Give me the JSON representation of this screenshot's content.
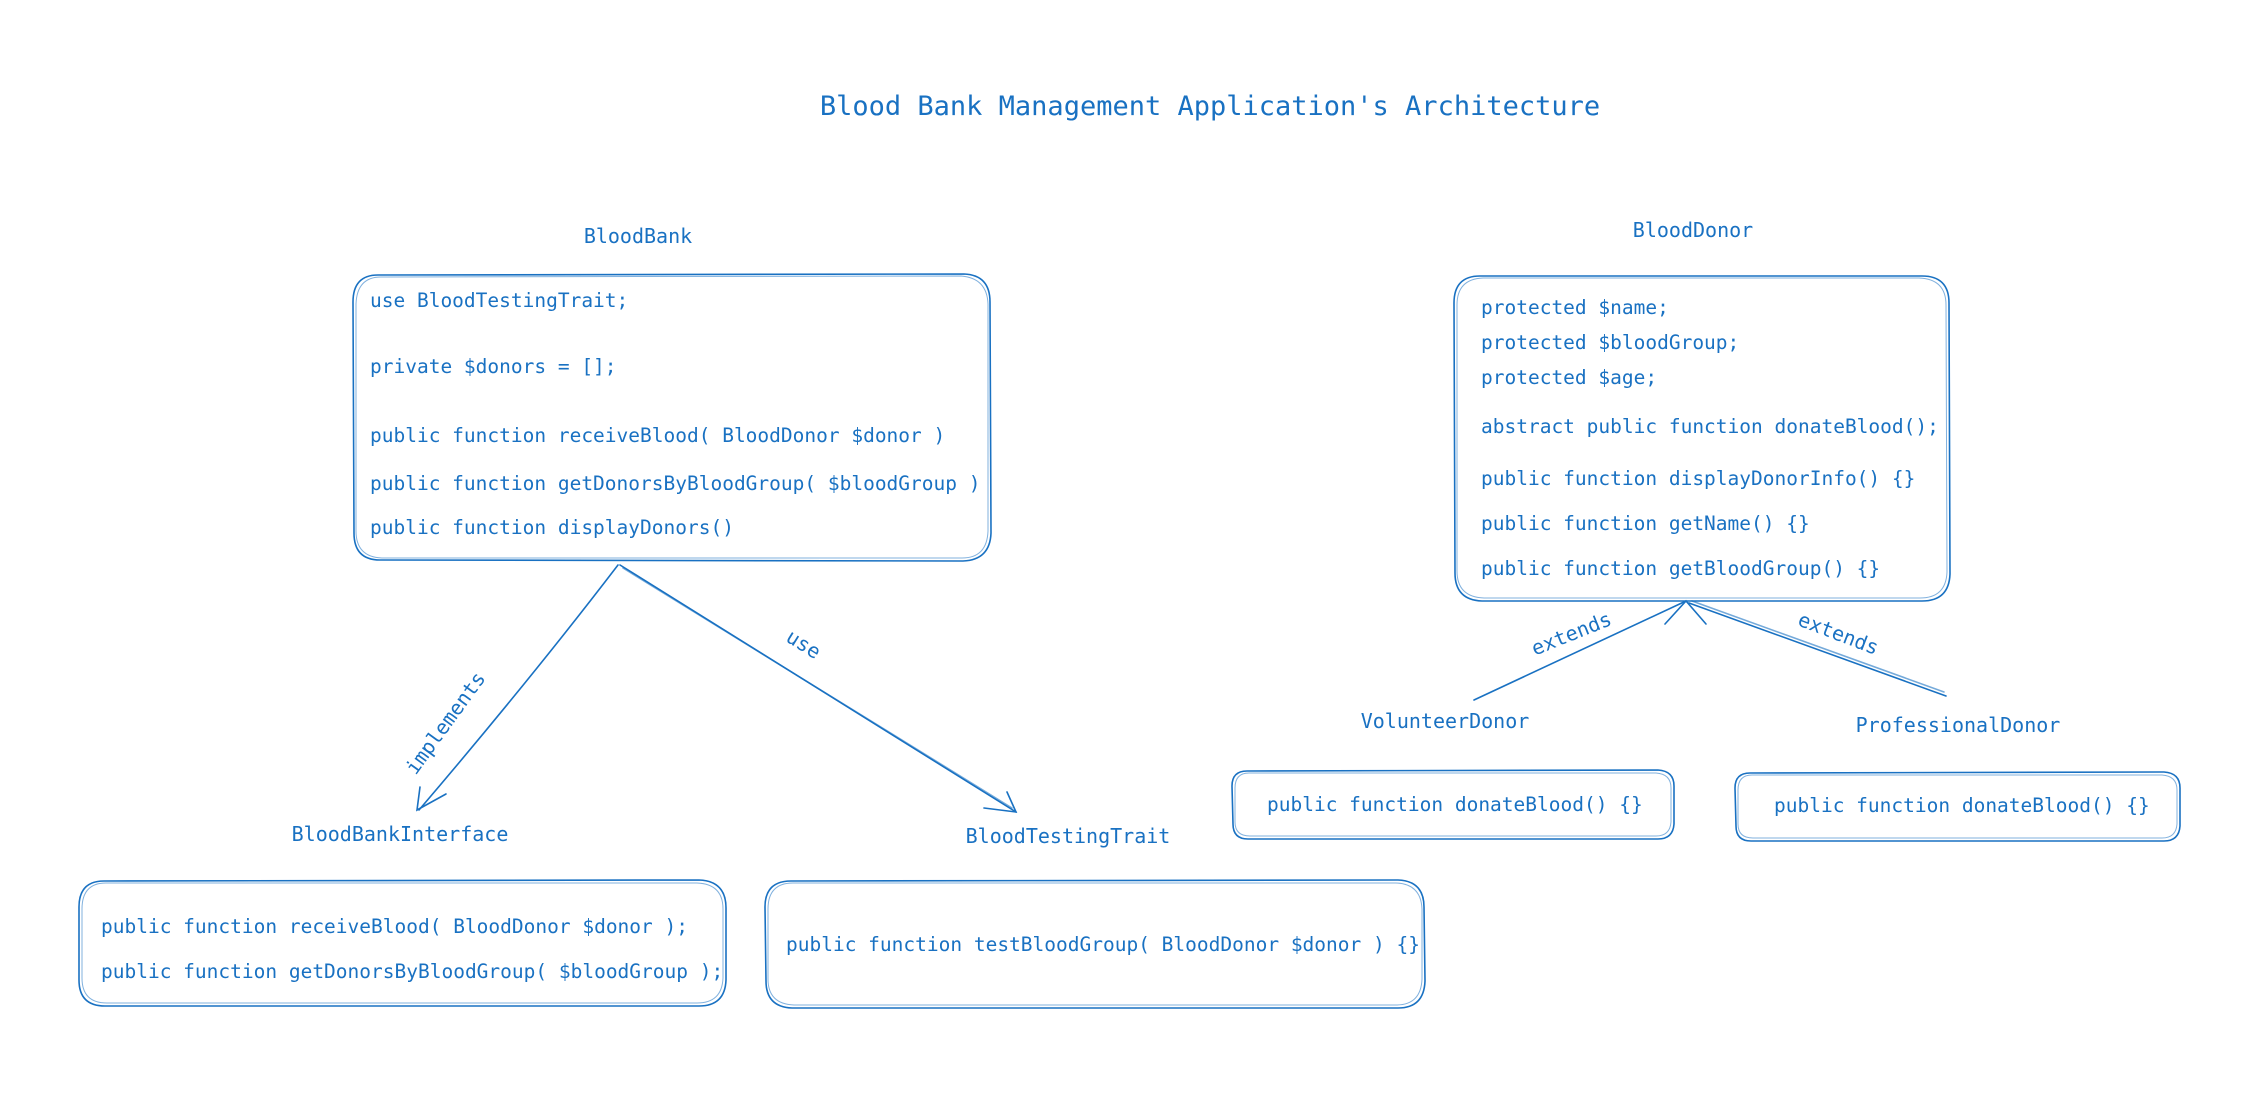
{
  "title": "Blood Bank Management Application's Architecture",
  "nodes": {
    "blood_bank": {
      "name": "BloodBank",
      "lines": [
        "use BloodTestingTrait;",
        "private $donors = [];",
        "public function receiveBlood( BloodDonor $donor )",
        "public function getDonorsByBloodGroup( $bloodGroup )",
        "public function displayDonors()"
      ]
    },
    "blood_donor": {
      "name": "BloodDonor",
      "lines": [
        "protected $name;",
        "protected $bloodGroup;",
        "protected $age;",
        "abstract public function donateBlood();",
        "public function displayDonorInfo() {}",
        "public function getName() {}",
        "public function getBloodGroup() {}"
      ]
    },
    "blood_bank_interface": {
      "name": "BloodBankInterface",
      "lines": [
        "public function receiveBlood( BloodDonor $donor );",
        "public function getDonorsByBloodGroup( $bloodGroup );"
      ]
    },
    "blood_testing_trait": {
      "name": "BloodTestingTrait",
      "lines": [
        "public function testBloodGroup( BloodDonor $donor ) {}"
      ]
    },
    "volunteer_donor": {
      "name": "VolunteerDonor",
      "lines": [
        "public function donateBlood() {}"
      ]
    },
    "professional_donor": {
      "name": "ProfessionalDonor",
      "lines": [
        "public function donateBlood() {}"
      ]
    }
  },
  "edges": {
    "implements": {
      "from": "BloodBank",
      "to": "BloodBankInterface",
      "label": "implements"
    },
    "use": {
      "from": "BloodBank",
      "to": "BloodTestingTrait",
      "label": "use"
    },
    "extends_volunteer": {
      "from": "VolunteerDonor",
      "to": "BloodDonor",
      "label": "extends"
    },
    "extends_professional": {
      "from": "ProfessionalDonor",
      "to": "BloodDonor",
      "label": "extends"
    }
  },
  "colors": {
    "stroke": "#1971c2",
    "background": "#ffffff"
  }
}
